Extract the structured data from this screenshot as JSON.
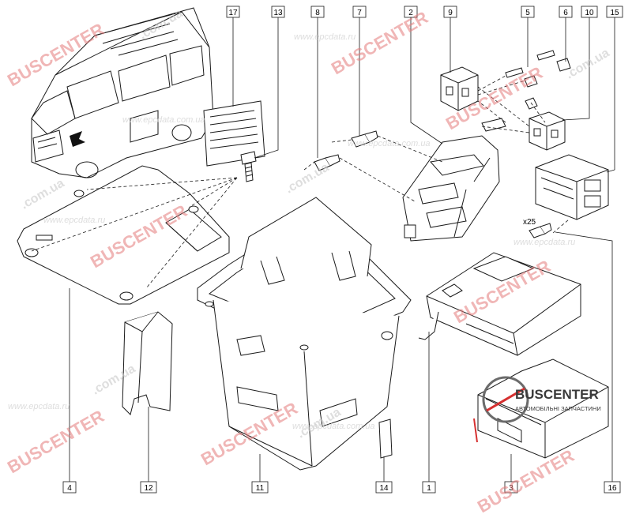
{
  "callouts": [
    "17",
    "13",
    "8",
    "7",
    "2",
    "9",
    "5",
    "6",
    "10",
    "15",
    "4",
    "12",
    "11",
    "14",
    "1",
    "3",
    "16"
  ],
  "quantity_label": "x25",
  "watermarks": {
    "brand": "BUSCENTER",
    "domain_ua": ".com.ua",
    "site": "www.epcdata.ru",
    "epc_ua": "www.epcdata.com.ua"
  },
  "logo": {
    "name": "BUSCENTER",
    "tagline": "АВТОМОБІЛЬНІ ЗАПЧАСТИНИ"
  },
  "colors": {
    "line": "#1a1a1a",
    "watermark_red": "#e57b7b",
    "logo_red": "#d63030"
  }
}
